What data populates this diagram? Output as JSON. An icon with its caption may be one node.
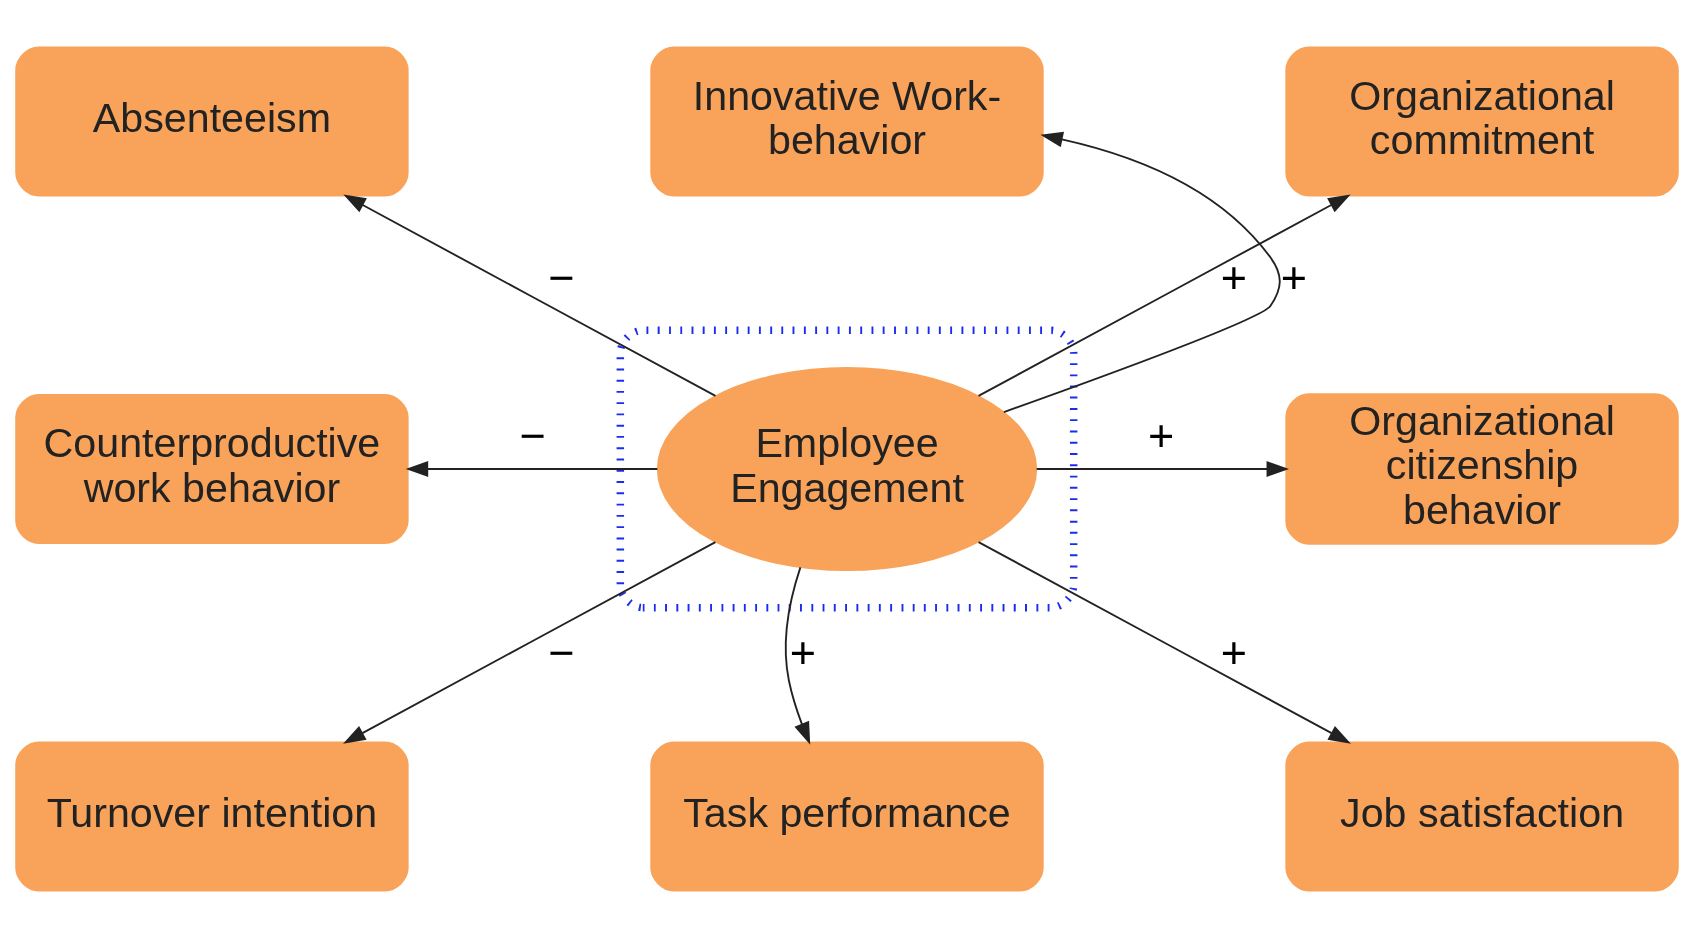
{
  "diagram": {
    "nodes": [
      {
        "text": [
          "Absenteeism"
        ]
      },
      {
        "text": [
          "Innovative Work-behavior"
        ]
      },
      {
        "text": [
          "Organizational commitment"
        ]
      },
      {
        "text": [],
        "shape": "box"
      },
      {
        "text": [
          "Counterproductive work behavior"
        ]
      },
      {
        "text": [
          "Employee Engagement"
        ],
        "in": 3
      },
      {
        "text": [
          "Organizational citizenship behavior"
        ]
      },
      {
        "text": [
          "Turnover intention"
        ]
      },
      {
        "text": [
          "Task performance"
        ]
      },
      {
        "text": [
          "Job satisfaction"
        ]
      }
    ],
    "edges": [
      {
        "from": 5,
        "to": 0,
        "arrow": "to",
        "label": "−"
      },
      {
        "from": 5,
        "to": 1,
        "arrow": "to",
        "label": "+"
      },
      {
        "from": 5,
        "to": 2,
        "arrow": "to",
        "label": "+"
      },
      {
        "from": 5,
        "to": 4,
        "arrow": "to",
        "label": "−"
      },
      {
        "from": 5,
        "to": 6,
        "arrow": "to",
        "label": "+"
      },
      {
        "from": 5,
        "to": 7,
        "arrow": "to",
        "label": "−"
      },
      {
        "from": 5,
        "to": 8,
        "arrow": "to",
        "label": "+"
      },
      {
        "from": 5,
        "to": 9,
        "arrow": "to",
        "label": "+"
      }
    ]
  }
}
